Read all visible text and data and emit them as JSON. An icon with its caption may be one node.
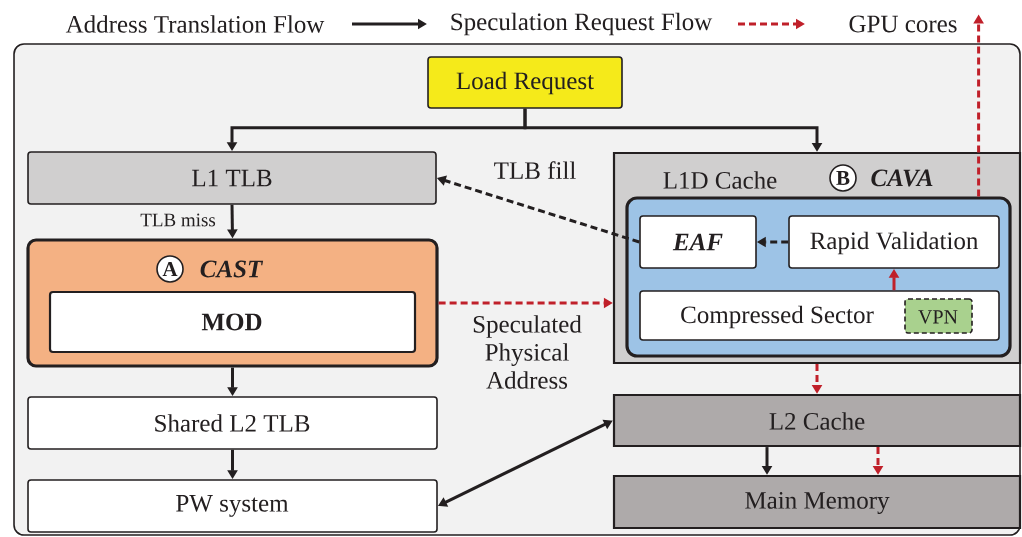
{
  "diagram": {
    "nodes": [
      {
        "text": [],
        "shape": "box"
      },
      {
        "text": [
          "Load Request"
        ],
        "in": 0
      },
      {
        "text": [
          "L1 TLB"
        ],
        "in": 0
      },
      {
        "text": [
          "A",
          "CAST"
        ],
        "in": 0
      },
      {
        "text": [
          "MOD"
        ],
        "in": 3
      },
      {
        "text": [
          "Shared L2 TLB"
        ],
        "in": 0
      },
      {
        "text": [
          "PW system"
        ],
        "in": 0
      },
      {
        "text": [
          "L1D Cache",
          "B",
          "CAVA"
        ],
        "in": 0
      },
      {
        "text": [],
        "shape": "box",
        "in": 7
      },
      {
        "text": [
          "EAF"
        ],
        "in": 8
      },
      {
        "text": [
          "Rapid Validation"
        ],
        "in": 8
      },
      {
        "text": [
          "Compressed Sector"
        ],
        "in": 8
      },
      {
        "text": [
          "VPN"
        ],
        "in": 11
      },
      {
        "text": [
          "L2 Cache"
        ],
        "in": 0
      },
      {
        "text": [
          "Main Memory"
        ],
        "in": 0
      },
      {
        "text": [
          "GPU cores"
        ]
      }
    ],
    "edges": [
      {
        "from": 1,
        "to": 2,
        "arrow": "to"
      },
      {
        "from": 1,
        "to": 7,
        "arrow": "to"
      },
      {
        "from": 2,
        "to": 3,
        "arrow": "to",
        "label": "TLB miss"
      },
      {
        "from": 9,
        "to": 2,
        "arrow": "to",
        "label": "TLB fill",
        "style": "dashed"
      },
      {
        "from": 3,
        "to": 7,
        "arrow": "to",
        "label": "Speculated Physical Address",
        "style": "dashed",
        "color": "#c0202a"
      },
      {
        "from": 3,
        "to": 5,
        "arrow": "to"
      },
      {
        "from": 5,
        "to": 6,
        "arrow": "to"
      },
      {
        "from": 6,
        "to": 13,
        "arrow": "both"
      },
      {
        "from": 10,
        "to": 9,
        "arrow": "to",
        "style": "dashed"
      },
      {
        "from": 11,
        "to": 10,
        "arrow": "to",
        "color": "#c0202a"
      },
      {
        "from": 8,
        "to": 15,
        "arrow": "to",
        "style": "dashed",
        "color": "#c0202a"
      },
      {
        "from": 7,
        "to": 13,
        "arrow": "to",
        "style": "dashed",
        "color": "#c0202a"
      },
      {
        "from": 13,
        "to": 14,
        "arrow": "to"
      },
      {
        "from": 13,
        "to": 14,
        "arrow": "to",
        "style": "dashed",
        "color": "#c0202a"
      }
    ],
    "legend": [
      {
        "text": "Address Translation Flow"
      },
      {
        "text": "Speculation Request Flow"
      }
    ]
  }
}
